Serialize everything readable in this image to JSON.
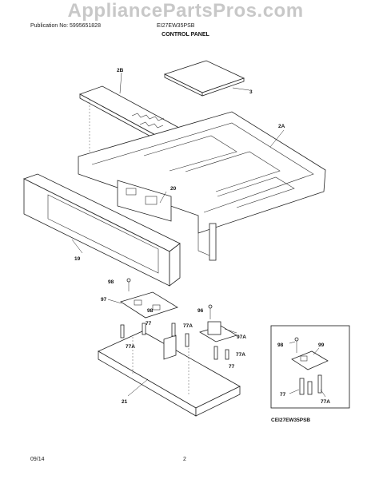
{
  "watermark": "AppliancePartsPros.com",
  "header": {
    "publication": "Publication No: 5995651828",
    "model": "EI27EW35PSB",
    "section_title": "CONTROL PANEL"
  },
  "callouts": {
    "c3": "3",
    "c2B": "2B",
    "c2A": "2A",
    "c20": "20",
    "c19": "19",
    "c98a": "98",
    "c97": "97",
    "c98b": "98",
    "c77a": "77",
    "c77Aa": "77A",
    "c77Ab": "77A",
    "c96": "96",
    "c97A": "97A",
    "c77Ac": "77A",
    "c77b": "77",
    "c21": "21",
    "inset98": "98",
    "inset99": "99",
    "inset77": "77",
    "inset77A": "77A"
  },
  "inset_caption": "CEI27EW35PSB",
  "footer": {
    "date": "09/14",
    "page": "2"
  }
}
